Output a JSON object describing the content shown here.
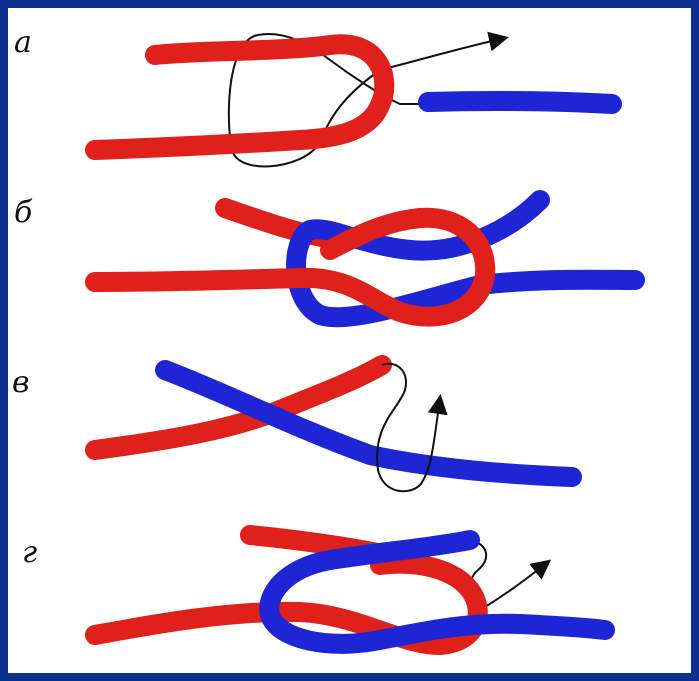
{
  "panels": [
    {
      "id": "a",
      "label": "а"
    },
    {
      "id": "b",
      "label": "б"
    },
    {
      "id": "v",
      "label": "в"
    },
    {
      "id": "g",
      "label": "г"
    }
  ],
  "colors": {
    "background_frame": "#0b2f91",
    "panel": "#ffffff",
    "rope_red": "#e0201a",
    "rope_blue": "#1d25d4",
    "thread": "#111111"
  }
}
